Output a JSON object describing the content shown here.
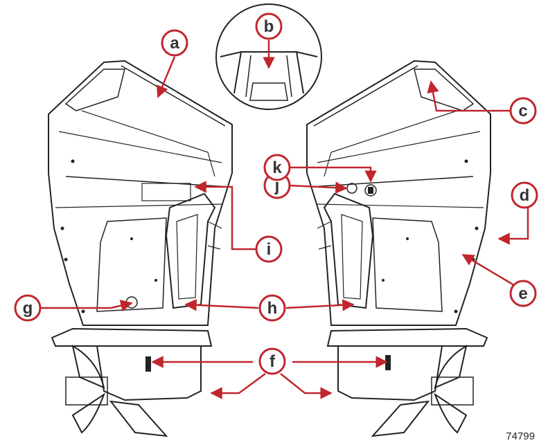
{
  "figure_number": "74799",
  "colors": {
    "callout": "#c0262d",
    "outline": "#222222",
    "label_text": "#333333"
  },
  "callouts": {
    "a": "a",
    "b": "b",
    "c": "c",
    "d": "d",
    "e": "e",
    "f": "f",
    "g": "g",
    "h": "h",
    "i": "i",
    "j": "j",
    "k": "k"
  }
}
